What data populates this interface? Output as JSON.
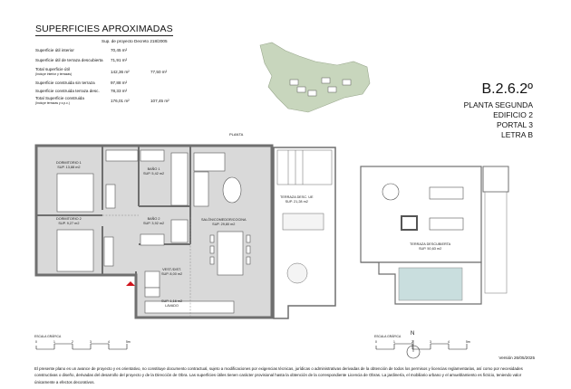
{
  "surfaces": {
    "title": "SUPERFICIES APROXIMADAS",
    "header": "Sup. de proyecto  Decreto 218/2005",
    "rows": [
      {
        "label": "Superficie útil interior",
        "sublabel": "",
        "value": "70,45  m²",
        "decree": ""
      },
      {
        "label": "Superficie útil de terraza descubierta",
        "sublabel": "",
        "value": "71,91  m²",
        "decree": ""
      },
      {
        "label": "Total superficie útil",
        "sublabel": "(Incluye interior y terrazas)",
        "value": "142,36  m²",
        "decree": "77,50  m²"
      },
      {
        "label": "Superficie construida sin terraza",
        "sublabel": "",
        "value": "97,88  m²",
        "decree": ""
      },
      {
        "label": "Superficie construida terraza desc.",
        "sublabel": "",
        "value": "78,33  m²",
        "decree": ""
      },
      {
        "label": "Total Superficie construida",
        "sublabel": "(Incluye terrazas y z.p.c.)",
        "value": "176,01  m²",
        "decree": "107,45  m²"
      }
    ]
  },
  "unit": {
    "code": "B.2.6.2º",
    "floor": "PLANTA SEGUNDA",
    "building": "EDIFICIO 2",
    "portal": "PORTAL  3",
    "letter": "LETRA B"
  },
  "plan_label": "PLANTA",
  "rooms": [
    {
      "name": "DORMITORIO 1",
      "area": "SUP. 13,88 m2"
    },
    {
      "name": "DORMITORIO 2",
      "area": "SUP. 9,27 m2"
    },
    {
      "name": "BAÑO 1",
      "area": "SUP. 5,42 m2"
    },
    {
      "name": "BAÑO 2",
      "area": "SUP. 3,92 m2"
    },
    {
      "name": "SALÓN/COMEDOR/COCINA",
      "area": "SUP. 29,80 m2"
    },
    {
      "name": "VEST./DIST.",
      "area": "SUP. 8,00 m2"
    },
    {
      "name": "LAVADO",
      "area": "SUP. 1,16 m2"
    },
    {
      "name": "TERRAZA DESC. UE",
      "area": "SUP. 21,28 m2"
    },
    {
      "name": "TERRAZA DESCUBIERTA",
      "area": "SUP. 50,63 m2"
    }
  ],
  "scale": {
    "label": "ESCALA GRÁFICA",
    "ticks": [
      "0",
      "1",
      "2",
      "3",
      "4",
      "5m"
    ]
  },
  "north": "N",
  "version": "Versión 26/05/2025",
  "disclaimer": "El presente plano es un avance de proyecto y es orientativo, no constituye documento contractual, sujeto a modificaciones por exigencias técnicas, jurídicas o administrativas derivadas de la obtención de todos los permisos y licencias reglamentarias, así como por necesidades constructivas o diseño, derivadas del desarrollo del proyecto y de la Dirección de Obra. Las superficies útiles tienen carácter provisional hasta la obtención de la correspondiente Licencia de Obras. La jardinería, el mobiliario urbano y el amueblamiento es ficticio, teniendo valor únicamente a efectos decorativos.",
  "colors": {
    "room_fill": "#d9d9d9",
    "wall": "#6f6f6f",
    "site_green": "#c8d6bd",
    "pool": "#c9dede",
    "entry_marker": "#d0141c"
  }
}
